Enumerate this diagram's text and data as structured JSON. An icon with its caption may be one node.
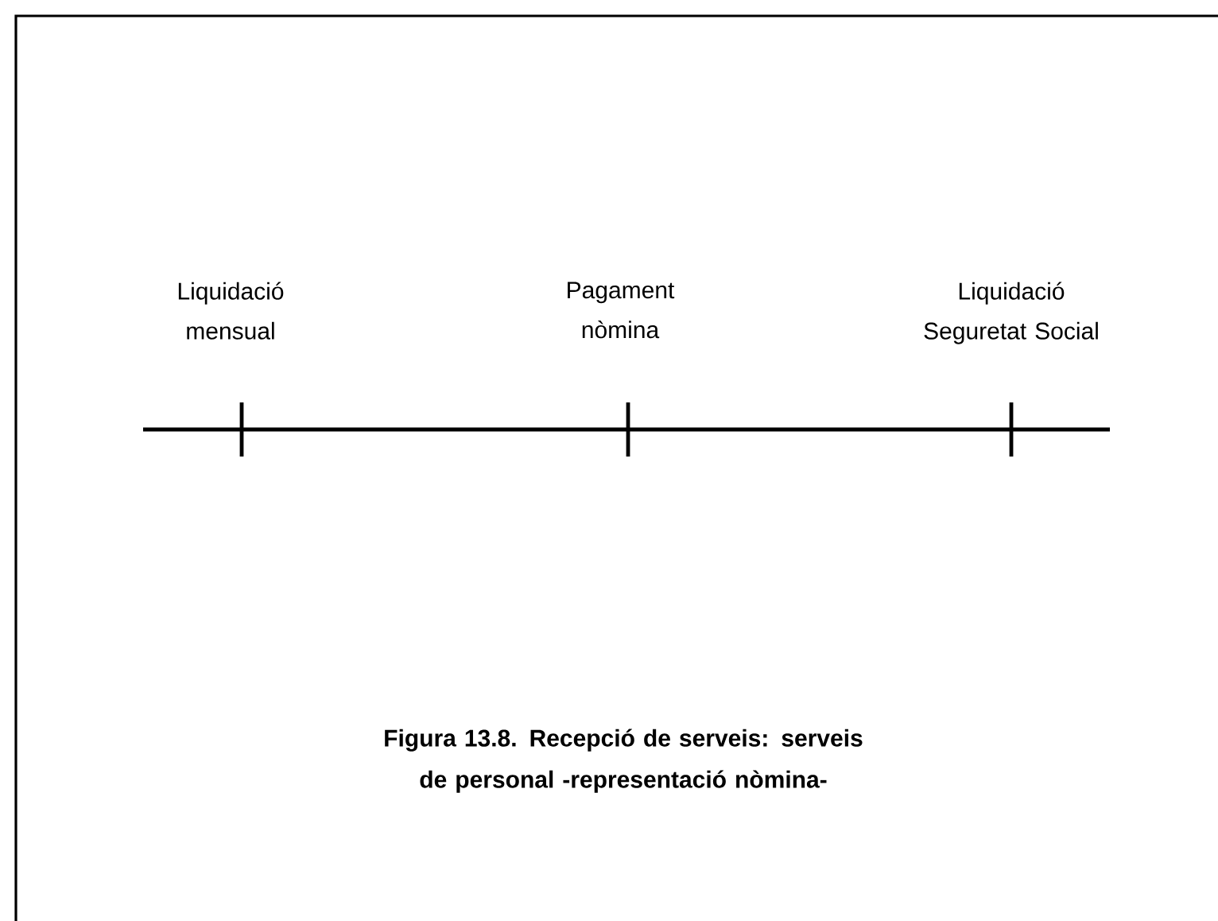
{
  "diagram": {
    "caption": "Figura 13.8. Recepció de serveis: serveis de personal -representació nòmina-",
    "labels": [
      "Liquidació mensual",
      "Pagament nòmina",
      "Liquidació Seguretat Social"
    ]
  }
}
